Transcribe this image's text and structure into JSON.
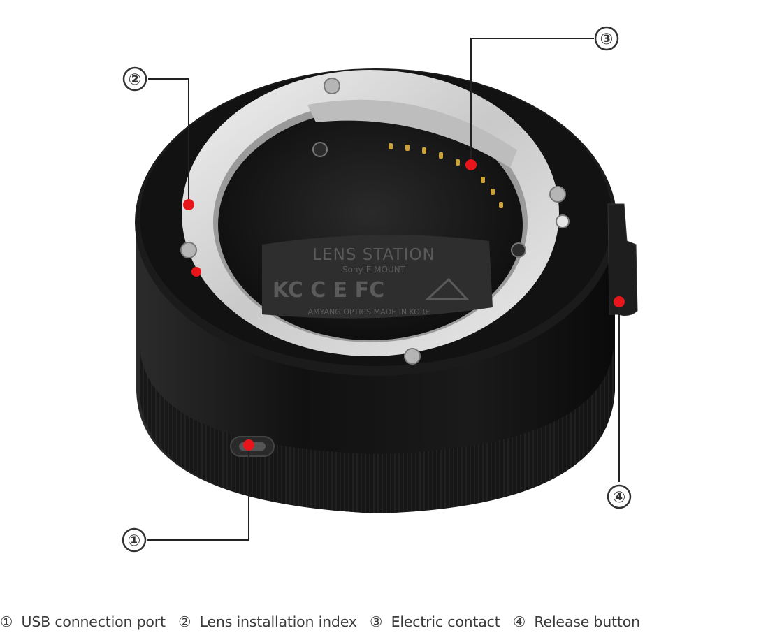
{
  "callouts": [
    {
      "marker": "①",
      "label": "USB connection port"
    },
    {
      "marker": "②",
      "label": "Lens installation index"
    },
    {
      "marker": "③",
      "label": "Electric contact"
    },
    {
      "marker": "④",
      "label": "Release button"
    }
  ],
  "plate": {
    "line1": "LENS  STATION",
    "line2": "Sony-E MOUNT",
    "marks": "KC C E FC",
    "footer": "AMYANG OPTICS   MADE IN KORE"
  },
  "colors": {
    "marker_dot": "#e8151b",
    "leader_line": "#222222",
    "body": "#151515",
    "ring": "#d9d9d9"
  }
}
